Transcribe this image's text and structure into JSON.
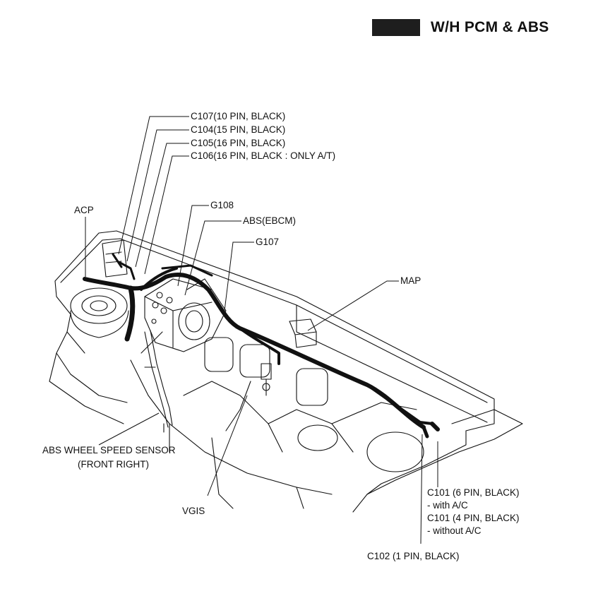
{
  "header": {
    "title": "W/H PCM & ABS"
  },
  "labels": {
    "c107": "C107(10 PIN, BLACK)",
    "c104": "C104(15 PIN, BLACK)",
    "c105": "C105(16 PIN, BLACK)",
    "c106": "C106(16 PIN, BLACK : ONLY A/T)",
    "acp": "ACP",
    "g108": "G108",
    "abs_ebcm": "ABS(EBCM)",
    "g107": "G107",
    "map": "MAP",
    "abs_sensor_line1": "ABS WHEEL SPEED SENSOR",
    "abs_sensor_line2": "(FRONT RIGHT)",
    "vgis": "VGIS",
    "c101_a_line1": "C101 (6 PIN, BLACK)",
    "c101_a_line2": "- with A/C",
    "c101_b_line1": "C101 (4 PIN, BLACK)",
    "c101_b_line2": "- without A/C",
    "c102": "C102 (1 PIN, BLACK)"
  },
  "colors": {
    "ink": "#111111",
    "header_tag": "#1e1e1e",
    "background": "#ffffff"
  }
}
